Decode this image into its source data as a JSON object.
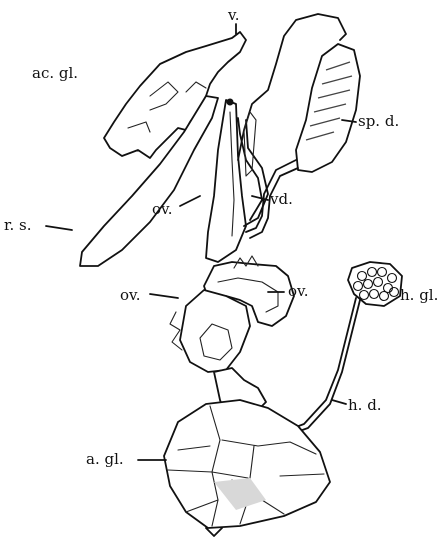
{
  "labels": {
    "v": "v.",
    "ac_gl": "ac. gl.",
    "sp_d": "sp. d.",
    "r_s": "r. s.",
    "ov_upper": "ov.",
    "vd": "vd.",
    "h_gl": "h. gl.",
    "ov_right": "ov.",
    "ov_left": "ov.",
    "h_d": "h. d.",
    "a_gl": "a. gl."
  }
}
